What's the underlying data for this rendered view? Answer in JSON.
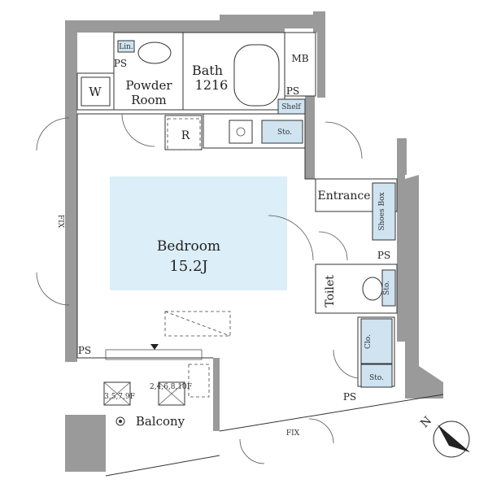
{
  "rooms": {
    "bedroom": {
      "name": "Bedroom",
      "size": "15.2J"
    },
    "bath": {
      "name": "Bath",
      "size": "1216"
    },
    "powder_room": {
      "line1": "Powder",
      "line2": "Room"
    },
    "entrance": "Entrance",
    "toilet": "Toilet",
    "balcony": "Balcony"
  },
  "fixtures": {
    "washer": "W",
    "refrigerator": "R",
    "linen": "Lin.",
    "mb": "MB",
    "shelf": "Shelf",
    "storage": "Sto.",
    "shoes_box": "Shoes Box",
    "closet": "Clo."
  },
  "tags": {
    "ps": "PS",
    "fix": "FIX",
    "floors_a": "3,5,7,9F",
    "floors_b": "2,4,6,8,10F"
  },
  "colors": {
    "wall": "#9a9a9a",
    "highlight": "#dceef8",
    "storage_fill": "#cfe3f0"
  },
  "icons": {
    "compass": "north-arrow-icon",
    "direction_label": "N"
  }
}
